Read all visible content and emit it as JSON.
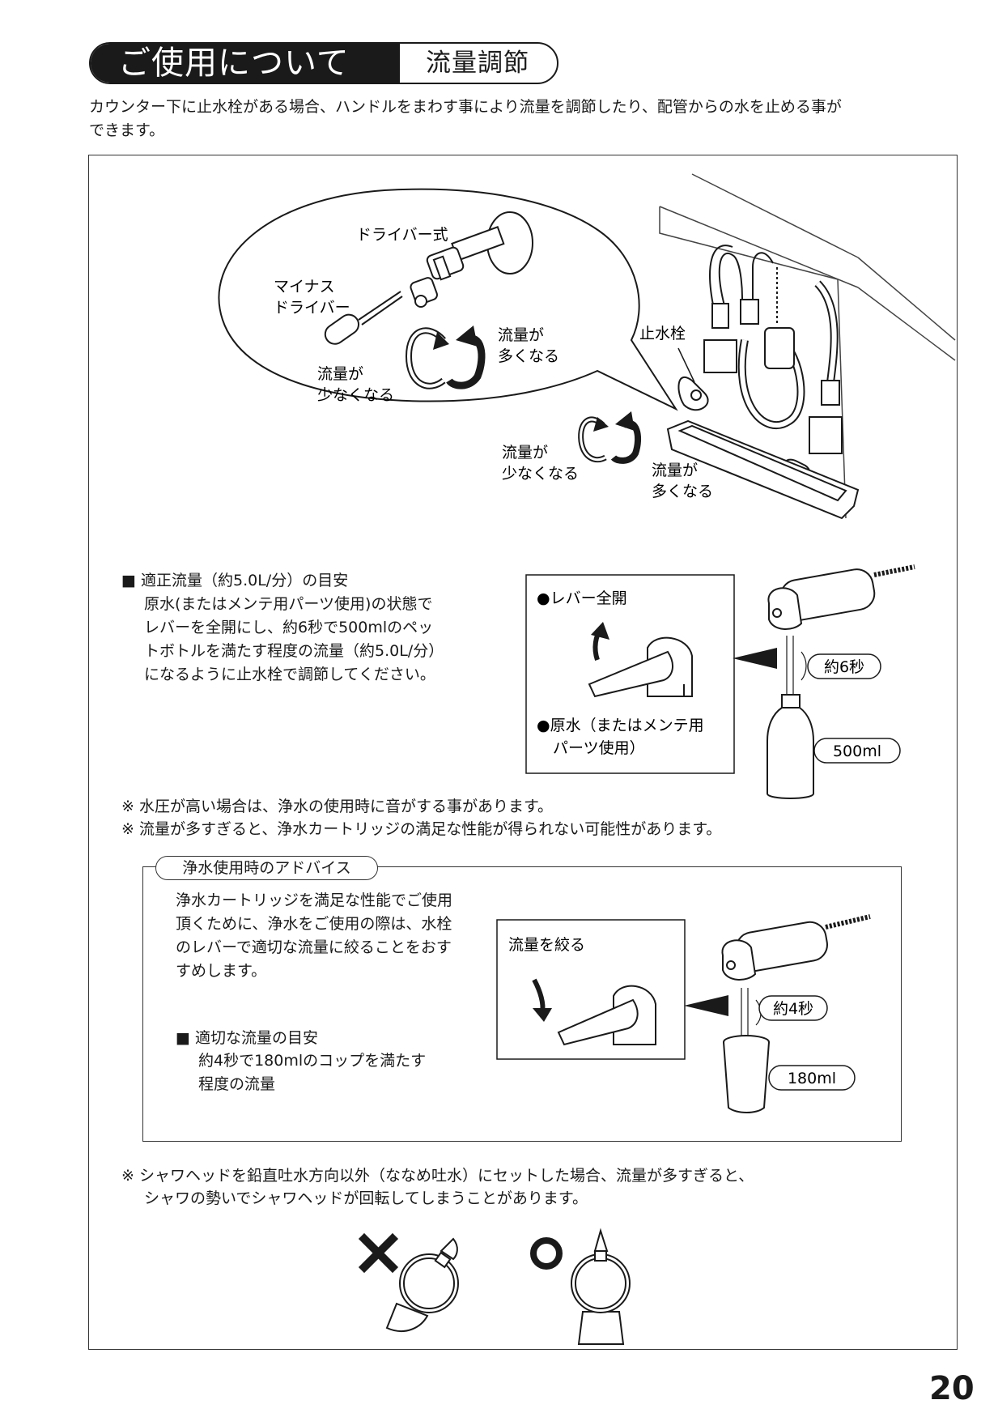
{
  "header": {
    "title": "ご使用について",
    "subtitle": "流量調節"
  },
  "intro": {
    "line1": "カウンター下に止水栓がある場合、ハンドルをまわす事により流量を調節したり、配管からの水を止める事が",
    "line2": "できます。"
  },
  "diagram": {
    "driver_type": "ドライバー式",
    "minus_driver_1": "マイナス",
    "minus_driver_2": "ドライバー",
    "more_flow_1": "流量が",
    "more_flow_2": "多くなる",
    "less_flow_1": "流量が",
    "less_flow_2": "少なくなる",
    "stop_valve": "止水栓"
  },
  "guide": {
    "heading": "■ 適正流量（約5.0L/分）の目安",
    "line1": "原水(またはメンテ用パーツ使用)の状態で",
    "line2": "レバーを全開にし、約6秒で500mlのペッ",
    "line3": "トボトルを満たす程度の流量（約5.0L/分）",
    "line4": "になるように止水栓で調節してください。"
  },
  "lever_box": {
    "label": "●レバー全開",
    "mode_1": "●原水（またはメンテ用",
    "mode_2": "パーツ使用）",
    "time": "約6秒",
    "volume": "500ml"
  },
  "notes": {
    "note1": "※ 水圧が高い場合は、浄水の使用時に音がする事があります。",
    "note2": "※ 流量が多すぎると、浄水カートリッジの満足な性能が得られない可能性があります。"
  },
  "advice": {
    "title": "浄水使用時のアドバイス",
    "line1": "浄水カートリッジを満足な性能でご使用",
    "line2": "頂くために、浄水をご使用の際は、水栓",
    "line3": "のレバーで適切な流量に絞ることをおす",
    "line4": "すめします。",
    "guide_heading": "■ 適切な流量の目安",
    "guide_line1": "約4秒で180mlのコップを満たす",
    "guide_line2": "程度の流量",
    "box_label": "流量を絞る",
    "time": "約4秒",
    "volume": "180ml"
  },
  "shower_note": {
    "line1": "※ シャワヘッドを鉛直吐水方向以外（ななめ吐水）にセットした場合、流量が多すぎると、",
    "line2": "シャワの勢いでシャワヘッドが回転してしまうことがあります。"
  },
  "page_number": "20"
}
